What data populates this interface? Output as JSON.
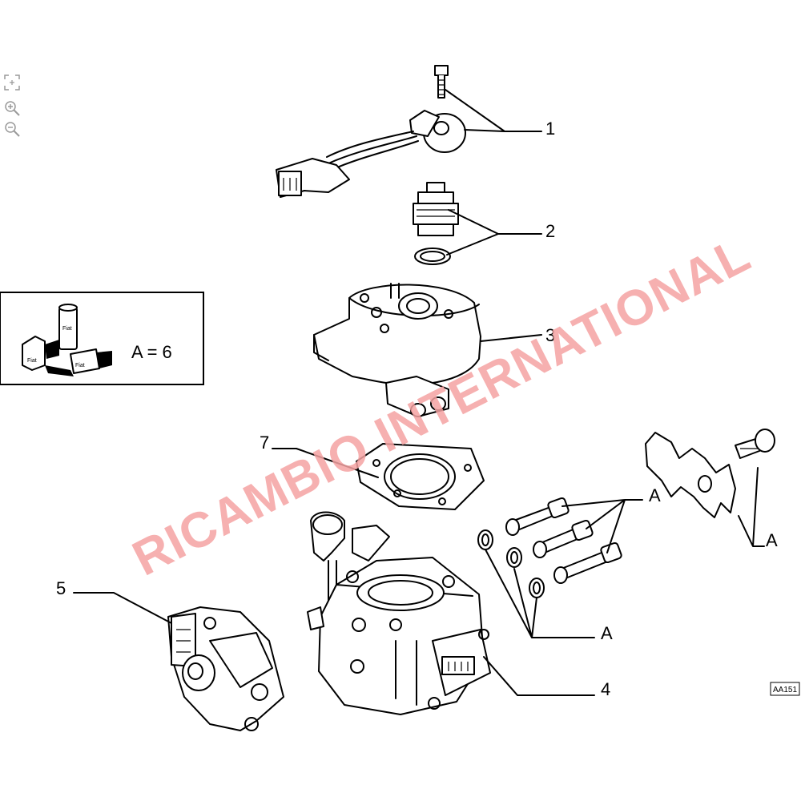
{
  "toolbar": {
    "fit_icon": "fit-to-page-icon",
    "zoom_in_icon": "zoom-in-icon",
    "zoom_out_icon": "zoom-out-icon"
  },
  "callouts": {
    "c1": "1",
    "c2": "2",
    "c3": "3",
    "c4": "4",
    "c5": "5",
    "c7": "7",
    "a_bolts": "A",
    "a_plate": "A",
    "a_washers": "A"
  },
  "legend": {
    "text": "A = 6",
    "can_label": "Fiat"
  },
  "reference_code": "AA151",
  "watermark": "RICAMBIO INTERNATIONAL",
  "colors": {
    "ink": "#000000",
    "watermark": "#f5a3a3",
    "background": "#ffffff"
  }
}
